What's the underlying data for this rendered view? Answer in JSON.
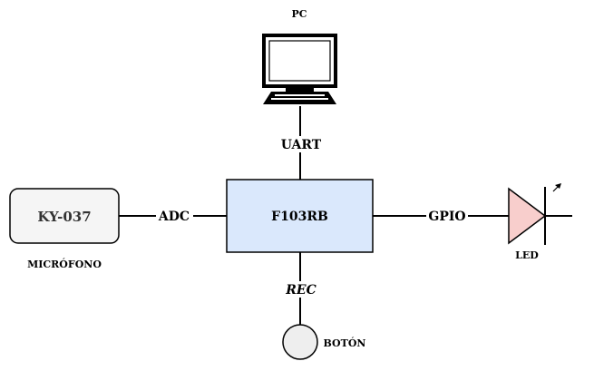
{
  "diagram": {
    "pc_label": "PC",
    "uart_label": "UART",
    "mcu_label": "F103RB",
    "sensor_label": "KY-037",
    "sensor_caption": "MICRÓFONO",
    "adc_label": "ADC",
    "gpio_label": "GPIO",
    "led_label": "LED",
    "rec_label": "REC",
    "button_label": "BOTÓN",
    "colors": {
      "mcu_fill": "#dae8fc",
      "sensor_fill": "#f5f5f5",
      "led_fill": "#f8cecc",
      "button_fill": "#eeeeee",
      "stroke": "#000000"
    }
  }
}
